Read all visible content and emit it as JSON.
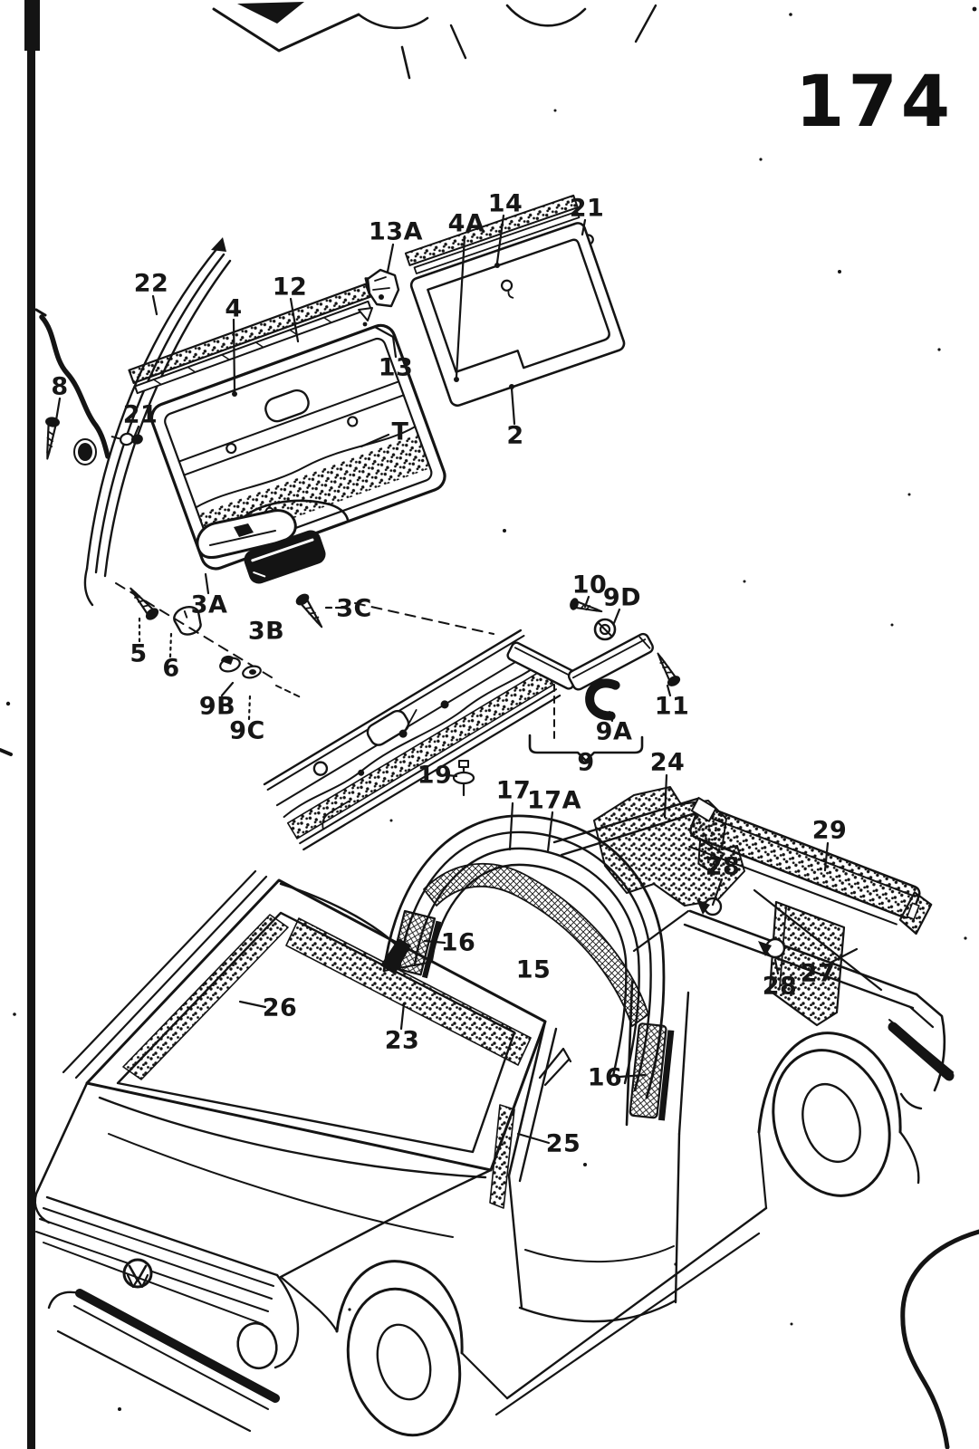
{
  "page": {
    "number": "174"
  },
  "callouts": [
    {
      "label": "22"
    },
    {
      "label": "12"
    },
    {
      "label": "4"
    },
    {
      "label": "13A"
    },
    {
      "label": "4A"
    },
    {
      "label": "14"
    },
    {
      "label": "21"
    },
    {
      "label": "13"
    },
    {
      "label": "8"
    },
    {
      "label": "21"
    },
    {
      "label": "T"
    },
    {
      "label": "2"
    },
    {
      "label": "3A"
    },
    {
      "label": "3B"
    },
    {
      "label": "3C"
    },
    {
      "label": "5"
    },
    {
      "label": "6"
    },
    {
      "label": "9B"
    },
    {
      "label": "9C"
    },
    {
      "label": "10"
    },
    {
      "label": "9D"
    },
    {
      "label": "9A"
    },
    {
      "label": "9"
    },
    {
      "label": "11"
    },
    {
      "label": "19"
    },
    {
      "label": "17"
    },
    {
      "label": "17A"
    },
    {
      "label": "24"
    },
    {
      "label": "28"
    },
    {
      "label": "29"
    },
    {
      "label": "27"
    },
    {
      "label": "28"
    },
    {
      "label": "16"
    },
    {
      "label": "15"
    },
    {
      "label": "26"
    },
    {
      "label": "23"
    },
    {
      "label": "16"
    },
    {
      "label": "25"
    }
  ]
}
